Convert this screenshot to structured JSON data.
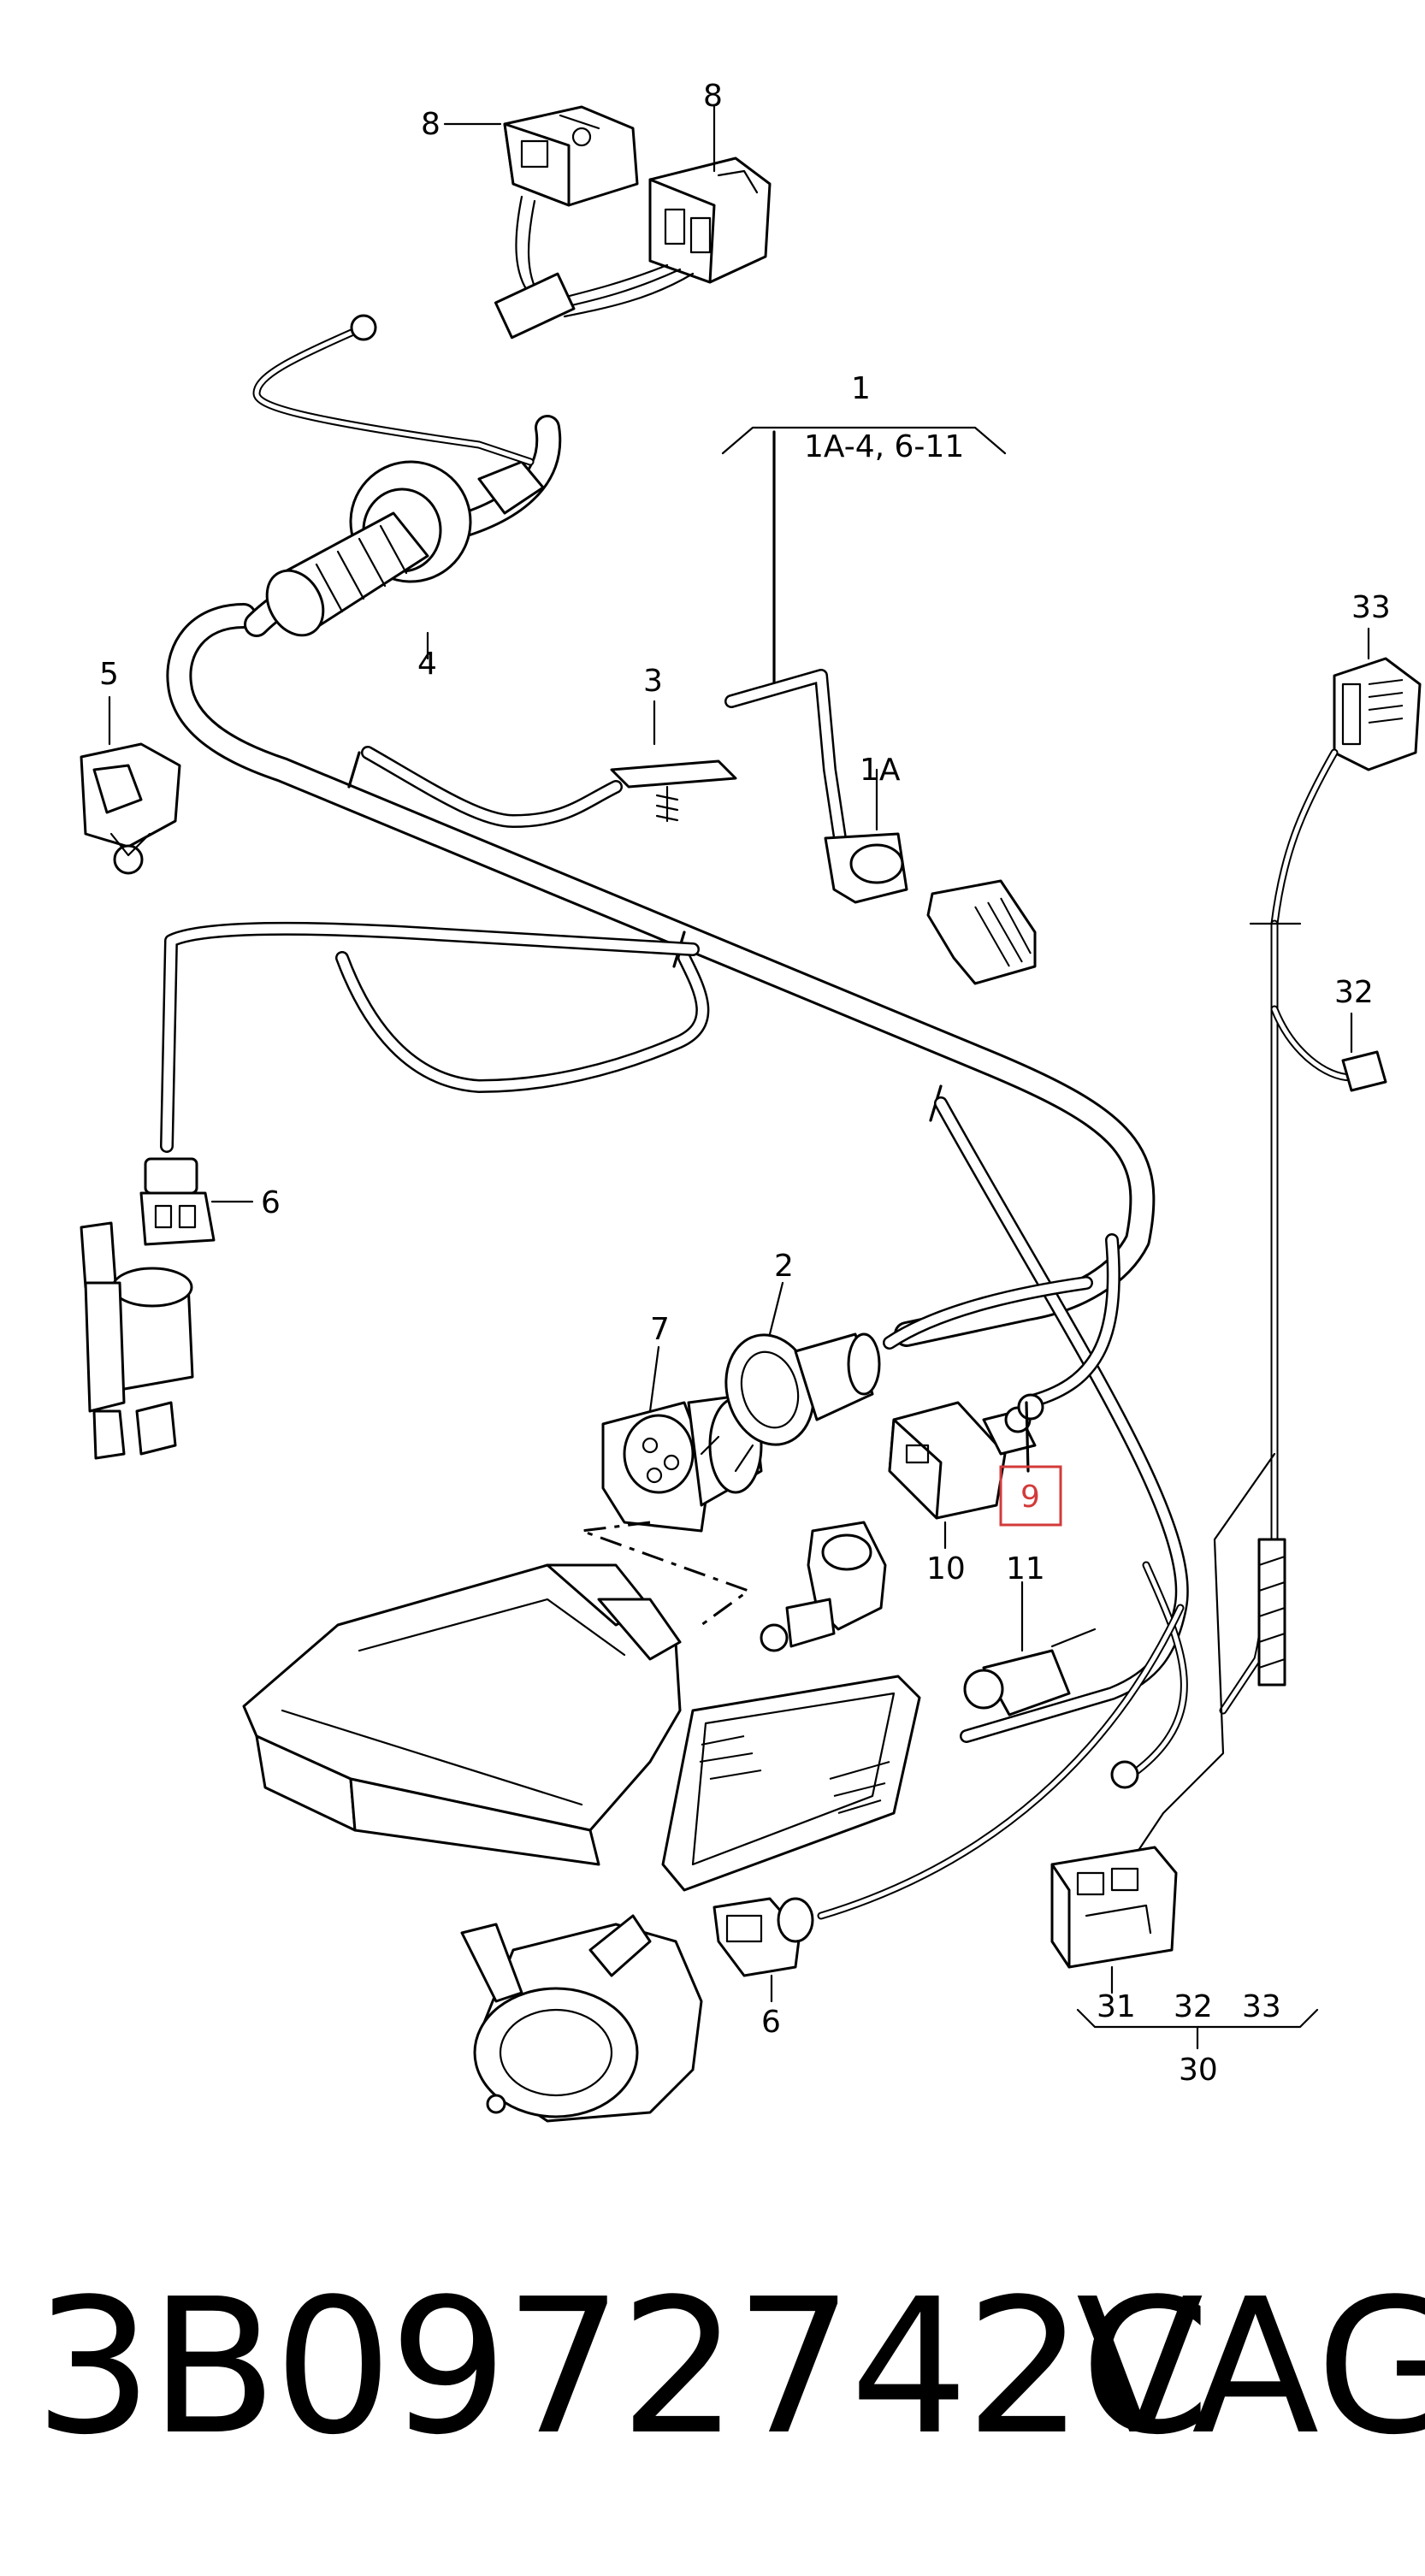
{
  "diagram": {
    "labels": {
      "p1": "1",
      "p1_range": "1A-4, 6-11",
      "p1a": "1A",
      "p2": "2",
      "p3": "3",
      "p4": "4",
      "p5": "5",
      "p6_left": "6",
      "p6_bottom": "6",
      "p7": "7",
      "p8_left": "8",
      "p8_right": "8",
      "p9": "9",
      "p10": "10",
      "p11": "11",
      "p30": "30",
      "p31": "31",
      "p32_group": "32",
      "p33_group": "33",
      "p32": "32",
      "p33": "33"
    },
    "highlight_color": "#d33a3a"
  },
  "footer": {
    "part_number": "3B0972742C",
    "brand": "VAG"
  }
}
